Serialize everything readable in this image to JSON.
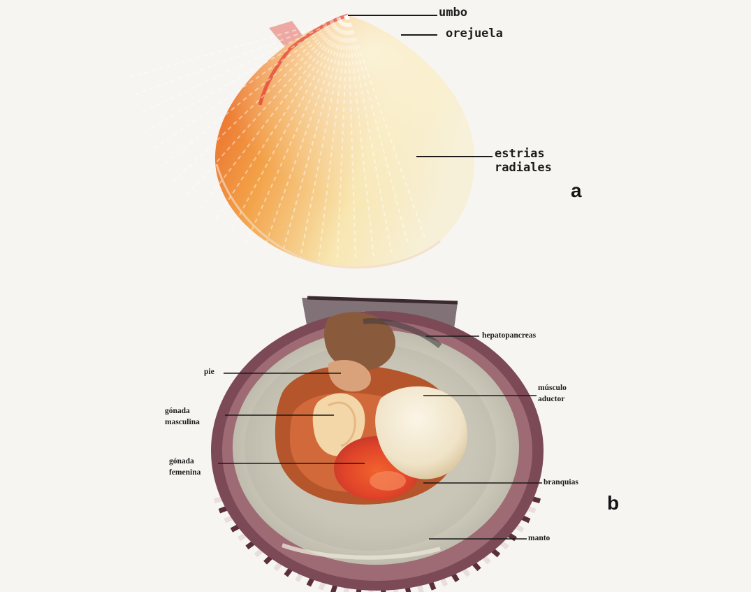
{
  "figure": {
    "panel_a": {
      "letter": "a",
      "labels": {
        "umbo": "umbo",
        "orejuela": "orejuela",
        "estrias_1": "estrias",
        "estrias_2": "radiales"
      }
    },
    "panel_b": {
      "letter": "b",
      "labels": {
        "hepatopancreas": "hepatopancreas",
        "pie": "pie",
        "musculo_1": "músculo",
        "musculo_2": "aductor",
        "gonada_m_1": "gónada",
        "gonada_m_2": "masculina",
        "gonada_f_1": "gónada",
        "gonada_f_2": "femenina",
        "branquias": "branquias",
        "manto": "manto"
      }
    },
    "colors": {
      "background": "#f6f5f1",
      "shell_orange": "#ef7a2e",
      "shell_cream": "#f8eed0",
      "shell_red": "#e0322a",
      "rim_purple": "#6a3a48",
      "mantle_grey": "#cfd0c6",
      "gonad_orange": "#e8552c",
      "adductor_cream": "#f0e6cf"
    }
  }
}
